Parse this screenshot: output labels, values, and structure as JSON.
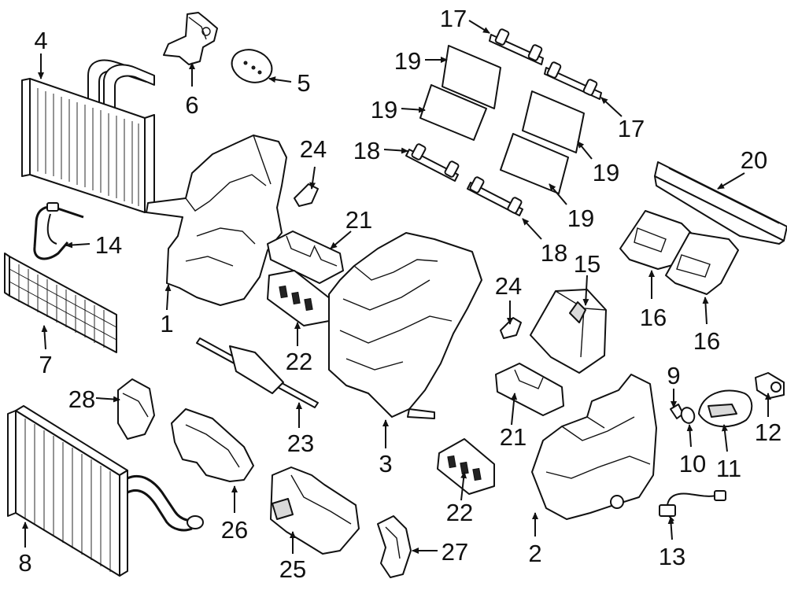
{
  "diagram": {
    "callouts": [
      {
        "id": "c4",
        "label": "4"
      },
      {
        "id": "c6",
        "label": "6"
      },
      {
        "id": "c5",
        "label": "5"
      },
      {
        "id": "c17a",
        "label": "17"
      },
      {
        "id": "c17b",
        "label": "17"
      },
      {
        "id": "c19a",
        "label": "19"
      },
      {
        "id": "c19b",
        "label": "19"
      },
      {
        "id": "c19c",
        "label": "19"
      },
      {
        "id": "c19d",
        "label": "19"
      },
      {
        "id": "c18a",
        "label": "18"
      },
      {
        "id": "c18b",
        "label": "18"
      },
      {
        "id": "c24a",
        "label": "24"
      },
      {
        "id": "c24b",
        "label": "24"
      },
      {
        "id": "c20",
        "label": "20"
      },
      {
        "id": "c14",
        "label": "14"
      },
      {
        "id": "c21a",
        "label": "21"
      },
      {
        "id": "c21b",
        "label": "21"
      },
      {
        "id": "c1",
        "label": "1"
      },
      {
        "id": "c15",
        "label": "15"
      },
      {
        "id": "c16a",
        "label": "16"
      },
      {
        "id": "c16b",
        "label": "16"
      },
      {
        "id": "c7",
        "label": "7"
      },
      {
        "id": "c22a",
        "label": "22"
      },
      {
        "id": "c22b",
        "label": "22"
      },
      {
        "id": "c9",
        "label": "9"
      },
      {
        "id": "c28",
        "label": "28"
      },
      {
        "id": "c12",
        "label": "12"
      },
      {
        "id": "c23",
        "label": "23"
      },
      {
        "id": "c3",
        "label": "3"
      },
      {
        "id": "c10",
        "label": "10"
      },
      {
        "id": "c11",
        "label": "11"
      },
      {
        "id": "c26",
        "label": "26"
      },
      {
        "id": "c2",
        "label": "2"
      },
      {
        "id": "c13",
        "label": "13"
      },
      {
        "id": "c27",
        "label": "27"
      },
      {
        "id": "c8",
        "label": "8"
      },
      {
        "id": "c25",
        "label": "25"
      }
    ]
  }
}
